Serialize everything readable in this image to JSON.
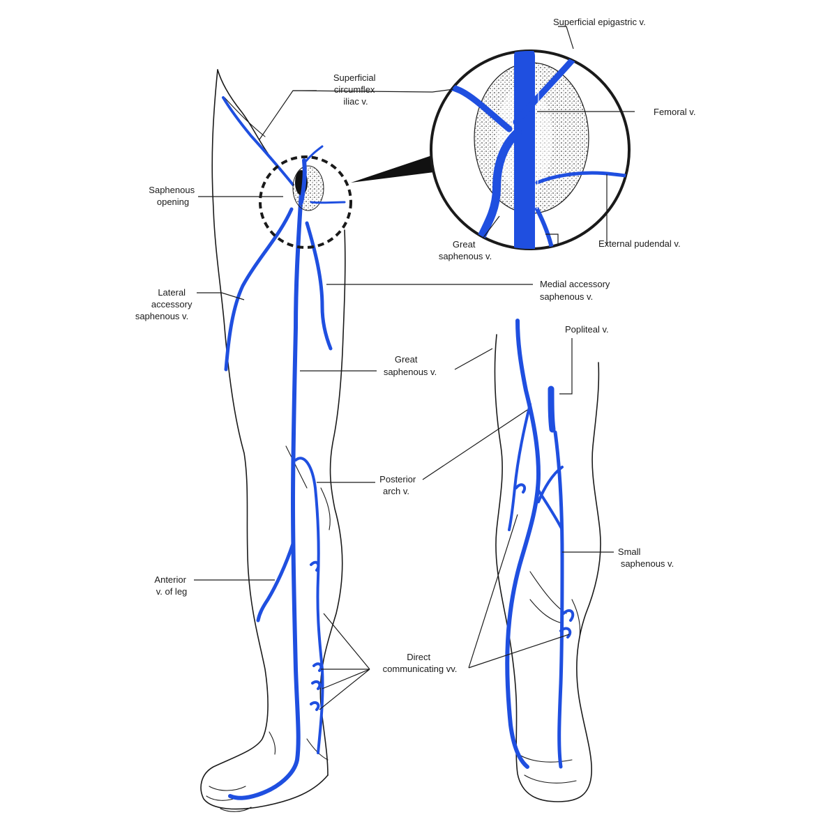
{
  "colors": {
    "vein": "#1f4fe0",
    "vein_light": "#7fa0ff",
    "outline": "#1a1a1a",
    "stipple": "#555555",
    "background": "#ffffff"
  },
  "labels": {
    "superficial_epigastric": [
      "Superficial epigastric v."
    ],
    "superficial_circumflex_iliac": [
      "Superficial",
      "circumflex",
      "iliac v."
    ],
    "femoral": [
      "Femoral v."
    ],
    "saphenous_opening": [
      "Saphenous",
      "opening"
    ],
    "great_saphenous_inset": [
      "Great",
      "saphenous v."
    ],
    "external_pudendal": [
      "External pudendal v."
    ],
    "medial_accessory": [
      "Medial accessory",
      "saphenous v."
    ],
    "lateral_accessory": [
      "Lateral",
      "accessory",
      "saphenous v."
    ],
    "great_saphenous": [
      "Great",
      "saphenous v."
    ],
    "popliteal": [
      "Popliteal v."
    ],
    "posterior_arch": [
      "Posterior",
      "arch v."
    ],
    "small_saphenous": [
      "Small",
      "saphenous v."
    ],
    "anterior_leg": [
      "Anterior",
      "v. of leg"
    ],
    "direct_communicating": [
      "Direct",
      "communicating vv."
    ]
  }
}
